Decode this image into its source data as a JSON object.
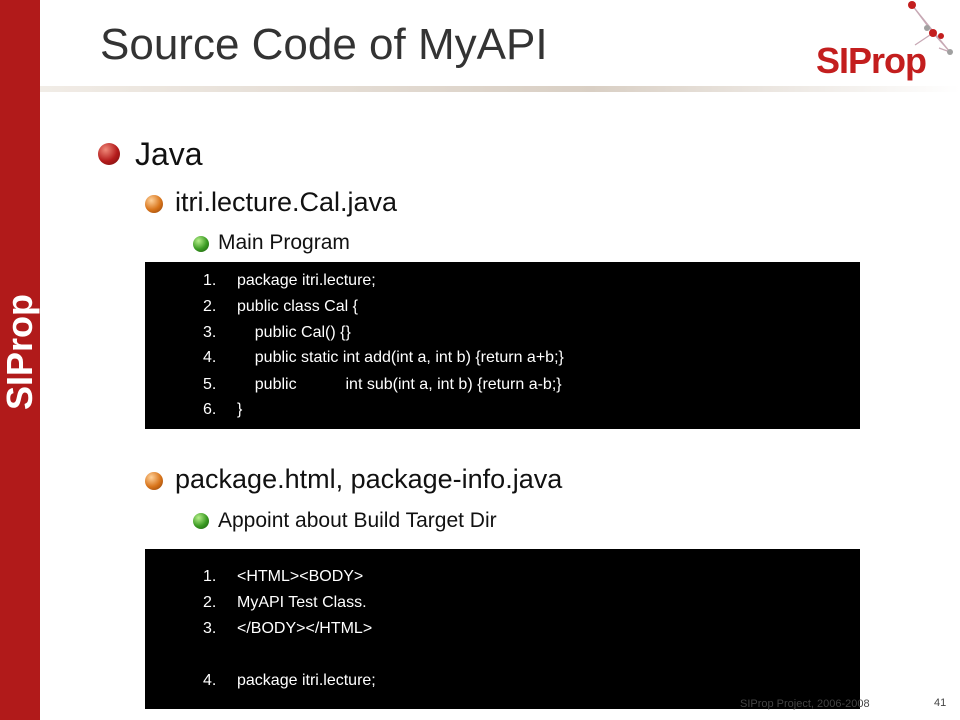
{
  "title": "Source Code of MyAPI",
  "logo_text": "SIProp",
  "sidebar_text": "SIProp",
  "level1": "Java",
  "item1": {
    "label": "itri.lecture.Cal.java",
    "sub": "Main Program",
    "code": [
      {
        "n": "1.",
        "text": "package itri.lecture;"
      },
      {
        "n": "2.",
        "text": "public class Cal {"
      },
      {
        "n": "3.",
        "text": "    public Cal() {}"
      },
      {
        "n": "4.",
        "text": "    public static int add(int a, int b) {return a+b;}"
      },
      {
        "n": "5.",
        "text": "    public           int sub(int a, int b) {return a-b;}"
      },
      {
        "n": "6.",
        "text": "}"
      }
    ]
  },
  "item2": {
    "label": "package.html, package-info.java",
    "sub": "Appoint about Build Target Dir",
    "code": [
      {
        "n": "1.",
        "text": "<HTML><BODY>"
      },
      {
        "n": "2.",
        "text": "MyAPI Test Class."
      },
      {
        "n": "3.",
        "text": "</BODY></HTML>"
      },
      {
        "n": "",
        "text": ""
      },
      {
        "n": "4.",
        "text": "package itri.lecture;"
      }
    ]
  },
  "footer": "SIProp Project, 2006-2008",
  "page_number": "41",
  "colors": {
    "accent": "#b11a1a",
    "code_bg": "#000000"
  }
}
